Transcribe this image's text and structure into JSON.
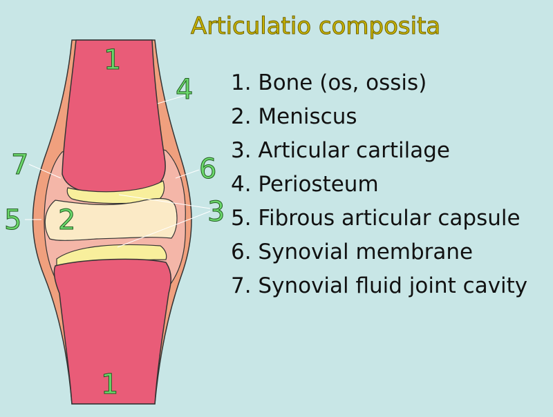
{
  "title": "Articulatio composita",
  "legend": [
    "1. Bone (os, ossis)",
    "2. Meniscus",
    "3. Articular cartilage",
    "4. Periosteum",
    "5. Fibrous articular capsule",
    "6. Synovial membrane",
    "7. Synovial fluid joint cavity"
  ],
  "labels": {
    "bone_top": "1",
    "bone_bottom": "1",
    "meniscus": "2",
    "cartilage": "3",
    "periosteum": "4",
    "capsule": "5",
    "synovial_membrane": "6",
    "fluid_cavity": "7"
  },
  "colors": {
    "background": "#c8e6e6",
    "bone": "#e95c78",
    "periosteum": "#f0a07e",
    "synovial": "#f4b6a8",
    "cartilage": "#f8ef9c",
    "meniscus": "#fbeac6",
    "title": "#c8b400",
    "label": "#6cd86c"
  }
}
